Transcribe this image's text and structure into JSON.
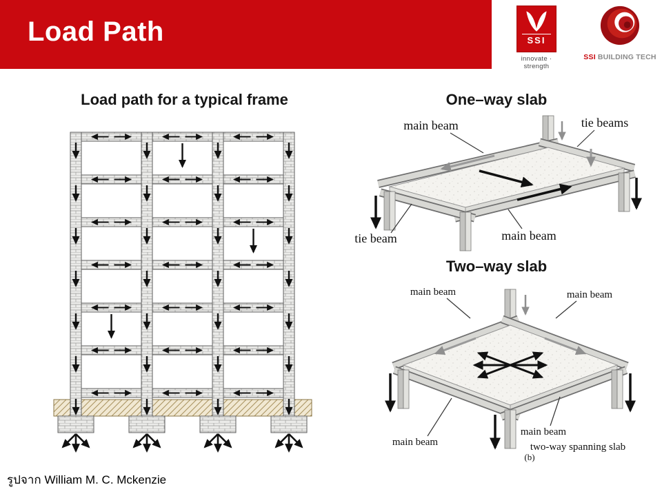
{
  "header": {
    "title": "Load Path"
  },
  "logos": {
    "ssi_monogram": "SSI",
    "ssi_tagline": "innovate · strength",
    "building_tech_prefix": "SSI",
    "building_tech_name": "BUILDING TECH"
  },
  "figures": {
    "frame": {
      "heading": "Load path for a typical frame"
    },
    "oneway": {
      "heading": "One–way slab",
      "labels": {
        "main_beam_top": "main beam",
        "tie_beams": "tie beams",
        "main_beam_front": "main beam",
        "tie_beam": "tie beam"
      }
    },
    "twoway": {
      "heading": "Two–way slab",
      "labels": {
        "main_beam_back_left": "main beam",
        "main_beam_back_right": "main beam",
        "main_beam_front_left": "main beam",
        "main_beam_front_right": "main beam",
        "slab_caption": "two-way spanning slab",
        "figure_tag": "(b)"
      }
    }
  },
  "footer": {
    "credit": "รูปจาก William M. C. Mckenzie"
  },
  "colors": {
    "brand_red": "#c9090f"
  }
}
